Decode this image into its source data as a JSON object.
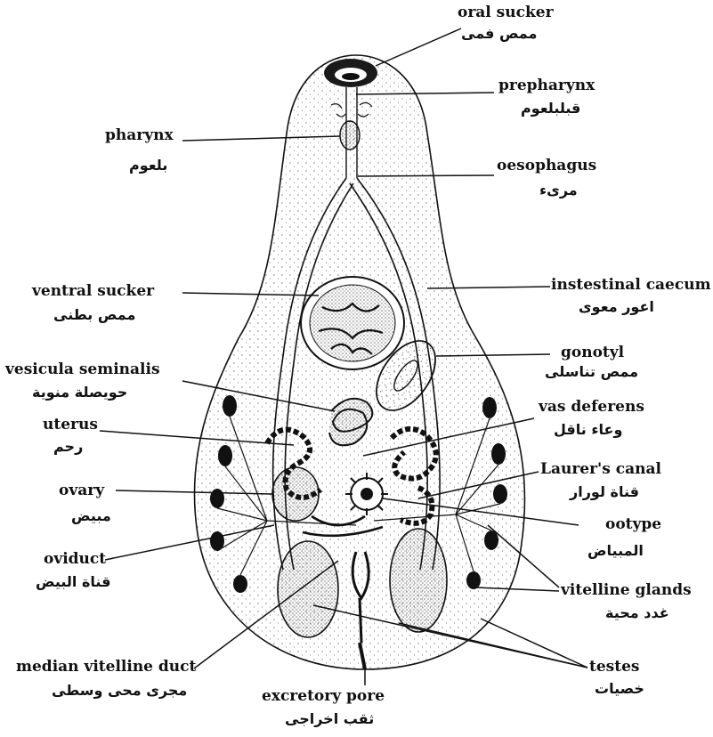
{
  "labels": {
    "oral_sucker": {
      "en": "oral sucker",
      "ar": "ممص فمى"
    },
    "prepharynx": {
      "en": "prepharynx",
      "ar": "قبلبلعوم"
    },
    "pharynx": {
      "en": "pharynx",
      "ar": "بلعوم"
    },
    "oesophagus": {
      "en": "oesophagus",
      "ar": "مرىء"
    },
    "ventral_sucker": {
      "en": "ventral sucker",
      "ar": "ممص بطنى"
    },
    "intestinal_caecum": {
      "en": "instestinal caecum",
      "ar": "اعور معوى"
    },
    "gonotyl": {
      "en": "gonotyl",
      "ar": "ممص تناسلى"
    },
    "vesicula_seminalis": {
      "en": "vesicula seminalis",
      "ar": "حويصلة منوية"
    },
    "vas_deferens": {
      "en": "vas deferens",
      "ar": "وعاء ناقل"
    },
    "uterus": {
      "en": "uterus",
      "ar": "رحم"
    },
    "laurers_canal": {
      "en": "Laurer's canal",
      "ar": "قناة لورار"
    },
    "ovary": {
      "en": "ovary",
      "ar": "مبيض"
    },
    "ootype": {
      "en": "ootype",
      "ar": "المبياض"
    },
    "oviduct": {
      "en": "oviduct",
      "ar": "قناة البيض"
    },
    "vitelline_glands": {
      "en": "vitelline glands",
      "ar": "غدد محية"
    },
    "median_vitelline_duct": {
      "en": "median vitelline duct",
      "ar": "مجرى محى وسطى"
    },
    "testes": {
      "en": "testes",
      "ar": "خصيات"
    },
    "excretory_pore": {
      "en": "excretory pore",
      "ar": "ثقب اخراجى"
    }
  },
  "colors": {
    "ink": "#111111",
    "paper": "#ffffff"
  }
}
